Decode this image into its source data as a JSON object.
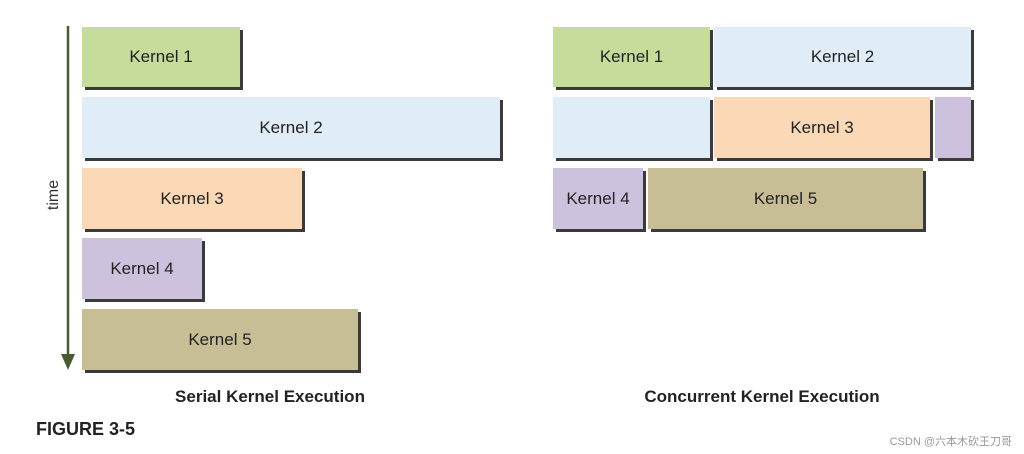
{
  "axis": {
    "label": "time"
  },
  "serial": {
    "caption": "Serial Kernel Execution",
    "blocks": [
      "Kernel 1",
      "Kernel 2",
      "Kernel 3",
      "Kernel 4",
      "Kernel 5"
    ]
  },
  "concurrent": {
    "caption": "Concurrent Kernel Execution",
    "blocks": [
      "Kernel 1",
      "Kernel 2",
      "Kernel 3",
      "Kernel 4",
      "Kernel 5"
    ]
  },
  "figure_label": "FIGURE 3-5",
  "credit": "CSDN @六本木砍王刀哥",
  "colors": {
    "kernel1": "#c5dc9a",
    "kernel2": "#e1ecf9",
    "kernel3": "#fbd9b6",
    "kernel4": "#cdc2dd",
    "kernel5": "#c8be96",
    "axis": "#4a5a33"
  }
}
